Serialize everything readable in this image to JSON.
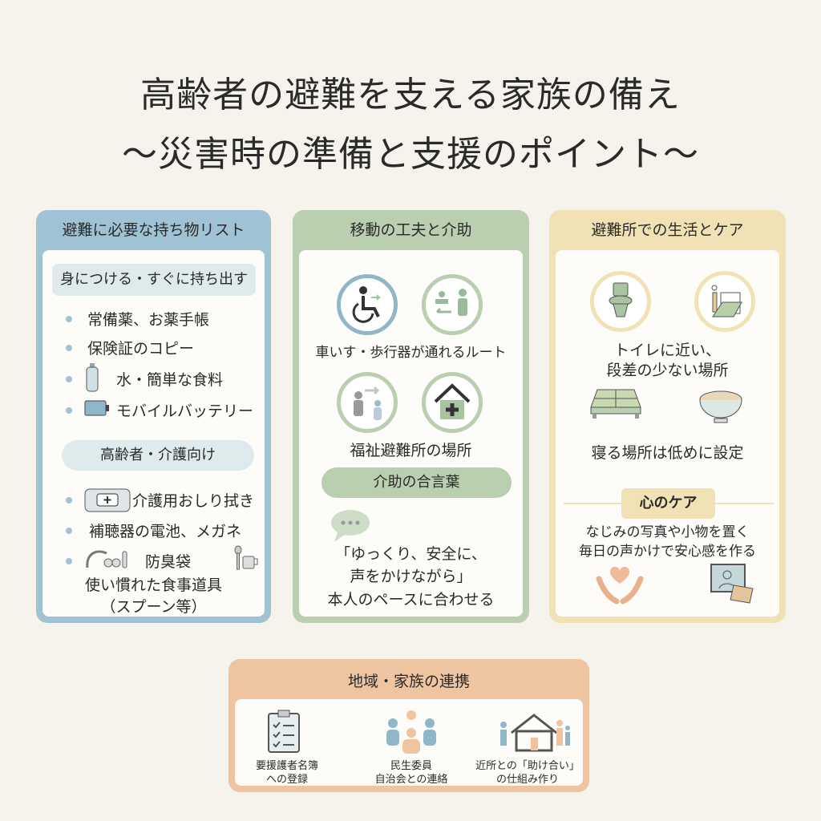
{
  "title": {
    "line1": "高齢者の避難を支える家族の備え",
    "line2": "〜災害時の準備と支援のポイント〜"
  },
  "colors": {
    "background": "#f5f3ec",
    "blue": "#9fc3d4",
    "green": "#b9cfb0",
    "yellow": "#f0e2b4",
    "orange": "#efc4a0"
  },
  "panel1": {
    "header": "避難に必要な持ち物リスト",
    "section1": "身につける・すぐに持ち出す",
    "items1": [
      "常備薬、お薬手帳",
      "保険証のコピー",
      "水・簡単な食料",
      "モバイルバッテリー"
    ],
    "section2": "高齢者・介護向け",
    "items2": [
      "介護用おしり拭き",
      "補聴器の電池、メガネ",
      "防臭袋",
      "使い慣れた食事道具",
      "（スプーン等）"
    ]
  },
  "panel2": {
    "header": "移動の工夫と介助",
    "route": "車いす・歩行器が通れるルート",
    "shelter": "福祉避難所の場所",
    "section": "介助の合言葉",
    "phrase": [
      "「ゆっくり、安全に、",
      "声をかけながら」",
      "本人のペースに合わせる"
    ]
  },
  "panel3": {
    "header": "避難所での生活とケア",
    "place": [
      "トイレに近い、",
      "段差の少ない場所"
    ],
    "sleep": "寝る場所は低めに設定",
    "section": "心のケア",
    "care": [
      "なじみの写真や小物を置く",
      "毎日の声かけで安心感を作る"
    ]
  },
  "panel4": {
    "header": "地域・家族の連携",
    "items": [
      {
        "line1": "要援護者名簿",
        "line2": "への登録"
      },
      {
        "line1": "民生委員",
        "line2": "自治会との連絡"
      },
      {
        "line1": "近所との「助け合い」",
        "line2": "の仕組み作り"
      }
    ]
  }
}
